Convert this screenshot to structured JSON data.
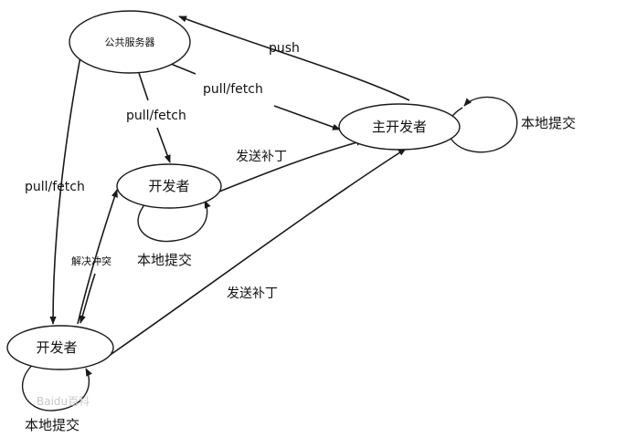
{
  "nodes": {
    "server": "公共服务器",
    "main_dev": "主开发者",
    "dev_middle": "开发者",
    "dev_bottom": "开发者"
  },
  "edges": {
    "push": "push",
    "pull_fetch_main": "pull/fetch",
    "pull_fetch_middle": "pull/fetch",
    "pull_fetch_bottom": "pull/fetch",
    "send_patch_middle": "发送补丁",
    "send_patch_bottom": "发送补丁",
    "resolve_conflict": "解决冲突"
  },
  "loops": {
    "main_dev": "本地提交",
    "dev_middle": "本地提交",
    "dev_bottom": "本地提交"
  },
  "watermark": "Baidu百科"
}
